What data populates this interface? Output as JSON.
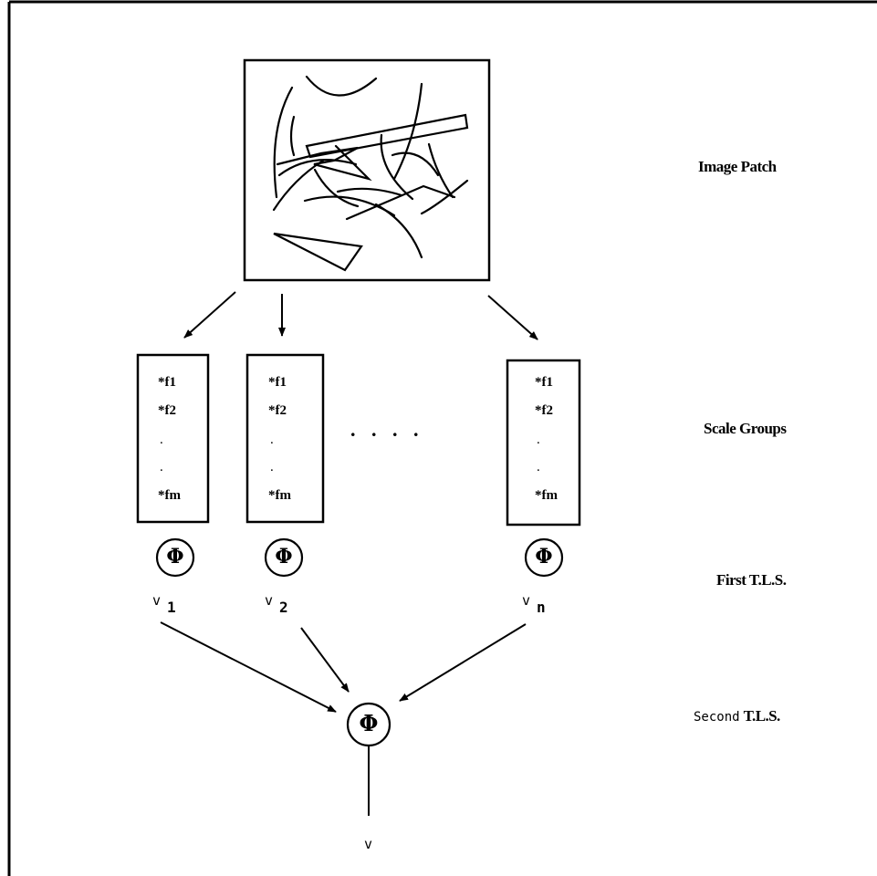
{
  "labels": {
    "image_patch": "Image Patch",
    "scale_groups": "Scale Groups",
    "first_tls": "First T.L.S.",
    "second_tls_prefix": "Second",
    "second_tls_suffix": "T.L.S."
  },
  "scale_groups": [
    {
      "features": [
        "*f1",
        "*f2",
        ".",
        ".",
        "*fm"
      ],
      "output": {
        "base": "v",
        "sub": "1"
      }
    },
    {
      "features": [
        "*f1",
        "*f2",
        ".",
        ".",
        "*fm"
      ],
      "output": {
        "base": "v",
        "sub": "2"
      }
    },
    {
      "features": [
        "*f1",
        "*f2",
        ".",
        ".",
        "*fm"
      ],
      "output": {
        "base": "v",
        "sub": "n"
      }
    }
  ],
  "ellipsis": ". . . .",
  "final_output": "v",
  "node_symbol": "Φ"
}
